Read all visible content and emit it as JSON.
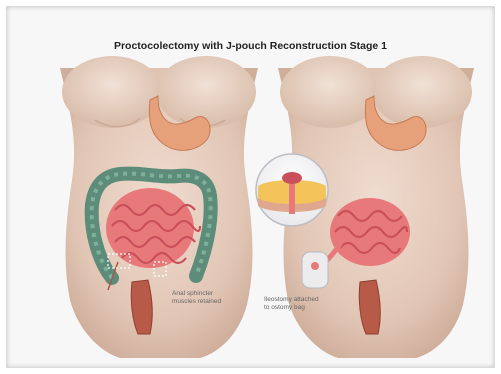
{
  "title": "Proctocolectomy with J-pouch Reconstruction Stage 1",
  "labels": {
    "left": {
      "line1": "Anal sphincter",
      "line2": "muscles retained"
    },
    "right": {
      "line1": "Ileostomy attached",
      "line2": "to ostomy bag"
    }
  },
  "colors": {
    "skin": "#e8d2c4",
    "skin_shadow": "#d2b6a4",
    "stomach": "#e6a07a",
    "small_intestine": "#e8797a",
    "colon": "#5e8c7a",
    "rectum": "#b85a48",
    "background": "#f7f7f8"
  }
}
